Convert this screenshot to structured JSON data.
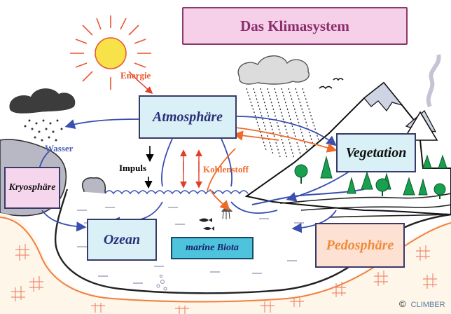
{
  "title": "Das Klimasystem",
  "boxes": {
    "atmosphere": "Atmosphäre",
    "ocean": "Ozean",
    "cryosphere": "Kryosphäre",
    "vegetation": "Vegetation",
    "marine_biota": "marine Biota",
    "pedosphere": "Pedosphäre"
  },
  "flows": {
    "energy": "Energie",
    "water": "Wasser",
    "momentum": "Impuls",
    "carbon": "Kohlenstoff"
  },
  "credit": {
    "symbol": "©",
    "text": "CLIMBER"
  },
  "colors": {
    "title_box_bg": "#f6cfe8",
    "title_box_border": "#8a3b6a",
    "title_text": "#8a2e6e",
    "box_bg": "#d8f0f6",
    "cryo_bg": "#f6d6ec",
    "biota_bg": "#4ec3dc",
    "pedo_bg": "#fde2d4",
    "pedo_text": "#f08a3a",
    "energy_text": "#e8562f",
    "water_text": "#4a5cb8",
    "carbon_text": "#ef6a2a",
    "sun": "#f8e24a",
    "soil_line": "#f08040"
  }
}
